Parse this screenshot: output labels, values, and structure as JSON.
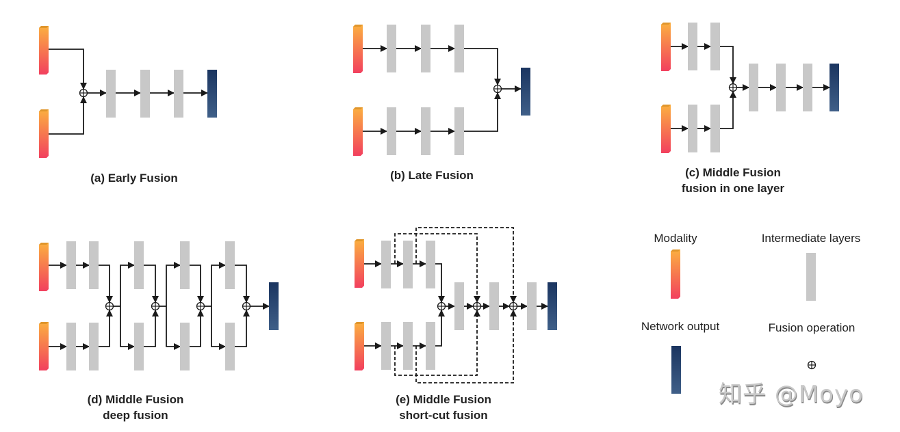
{
  "colors": {
    "modality_top": "#fbb040",
    "modality_bottom": "#f2405e",
    "intermediate": "#c8c8c8",
    "output_top": "#1b3560",
    "output_bottom": "#3f5f88",
    "line": "#1a1a1a"
  },
  "panels": [
    {
      "id": "a",
      "caption": [
        "(a) Early Fusion"
      ]
    },
    {
      "id": "b",
      "caption": [
        "(b) Late Fusion"
      ]
    },
    {
      "id": "c",
      "caption": [
        "(c) Middle Fusion",
        "fusion in one layer"
      ]
    },
    {
      "id": "d",
      "caption": [
        "(d) Middle Fusion",
        "deep fusion"
      ]
    },
    {
      "id": "e",
      "caption": [
        "(e) Middle Fusion",
        "short-cut fusion"
      ]
    }
  ],
  "legend": {
    "modality": "Modality",
    "intermediate": "Intermediate layers",
    "output": "Network output",
    "fusion": "Fusion operation",
    "fusion_symbol": "⊕"
  },
  "watermark": "知乎 @Moyo"
}
